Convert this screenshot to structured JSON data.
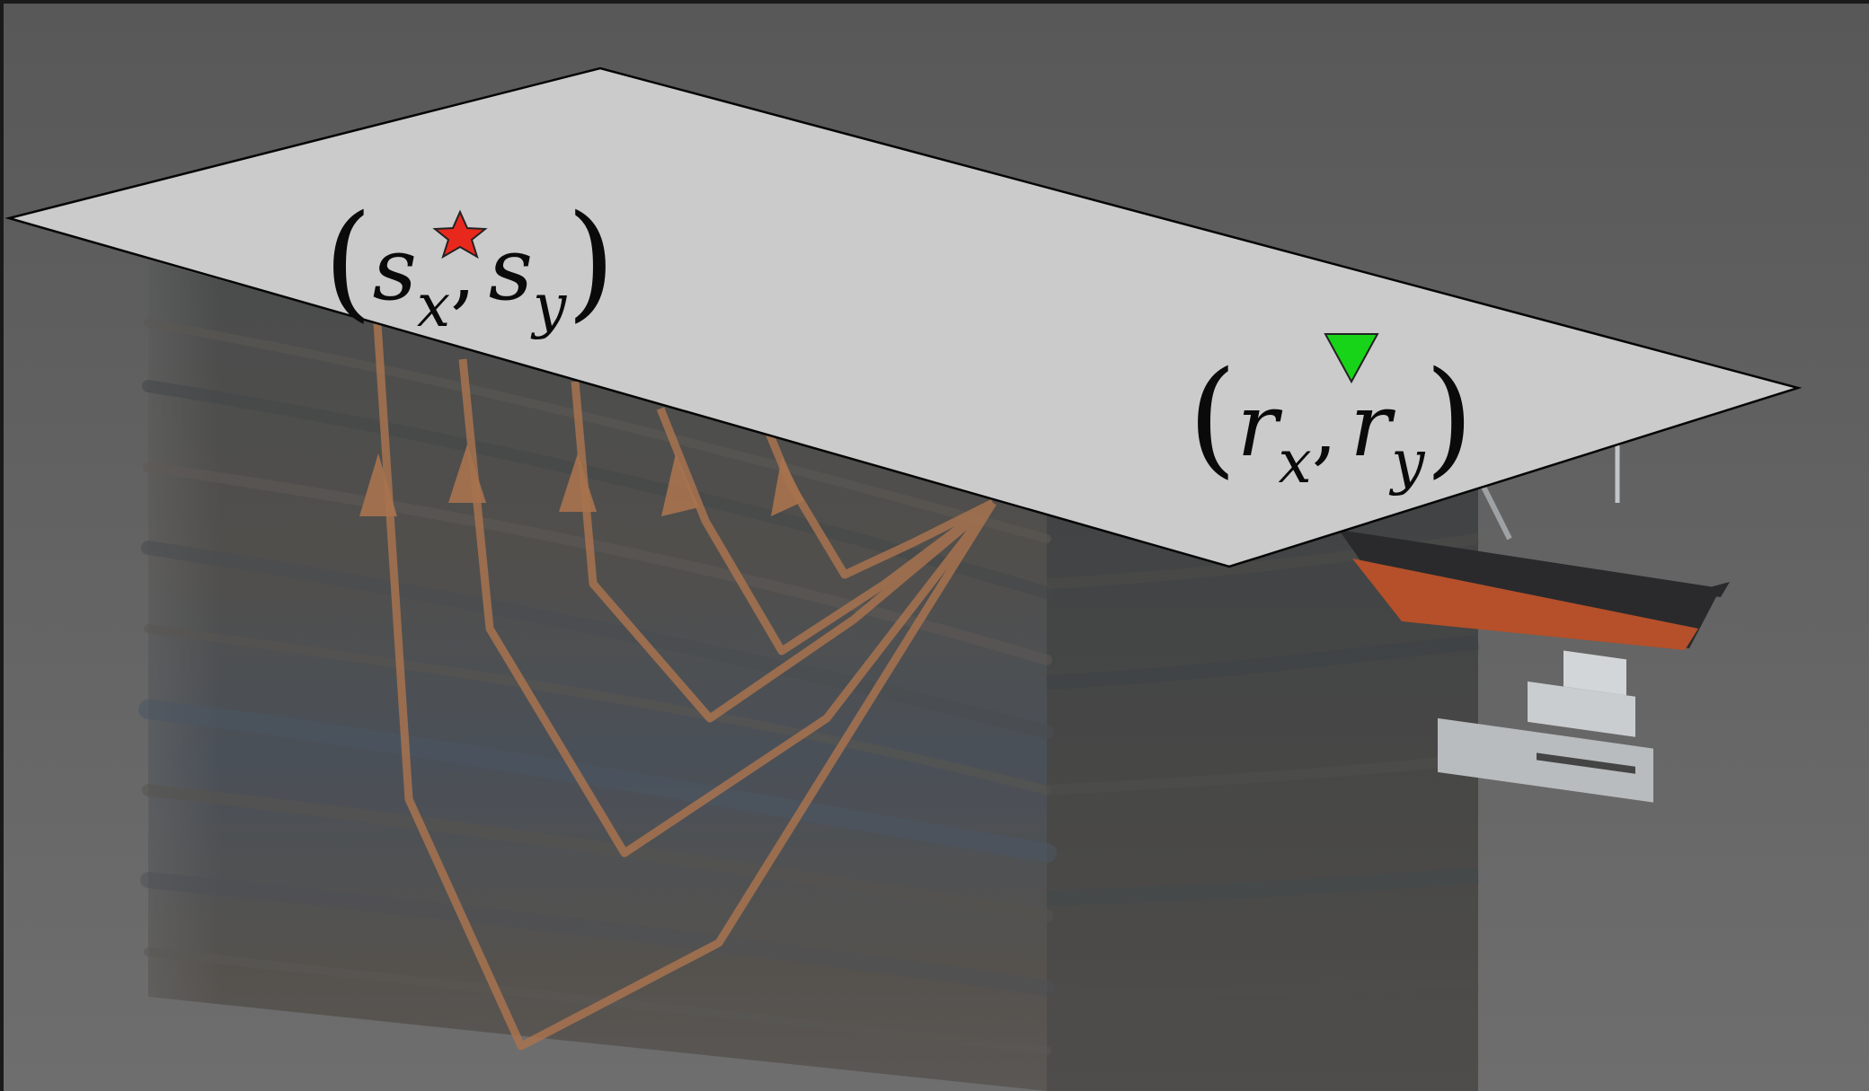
{
  "diagram": {
    "source_label": {
      "open": "(",
      "symbol_x": "s",
      "sub_x": "x",
      "comma": ",",
      "symbol_y": "s",
      "sub_y": "y",
      "close": ")"
    },
    "receiver_label": {
      "open": "(",
      "symbol_x": "r",
      "sub_x": "x",
      "comma": ",",
      "symbol_y": "r",
      "sub_y": "y",
      "close": ")"
    },
    "markers": {
      "source": "star-icon",
      "receiver": "inverted-triangle-icon"
    },
    "colors": {
      "background": "#5d5d5d",
      "surface_plane": "#cbcbcb",
      "earth_block": "#4b4f52",
      "ray_paths": "#b07a52",
      "source_marker": "#e8281c",
      "receiver_marker": "#18d418",
      "ship_hull": "#2a2a2a",
      "ship_keel": "#b5502a"
    }
  }
}
